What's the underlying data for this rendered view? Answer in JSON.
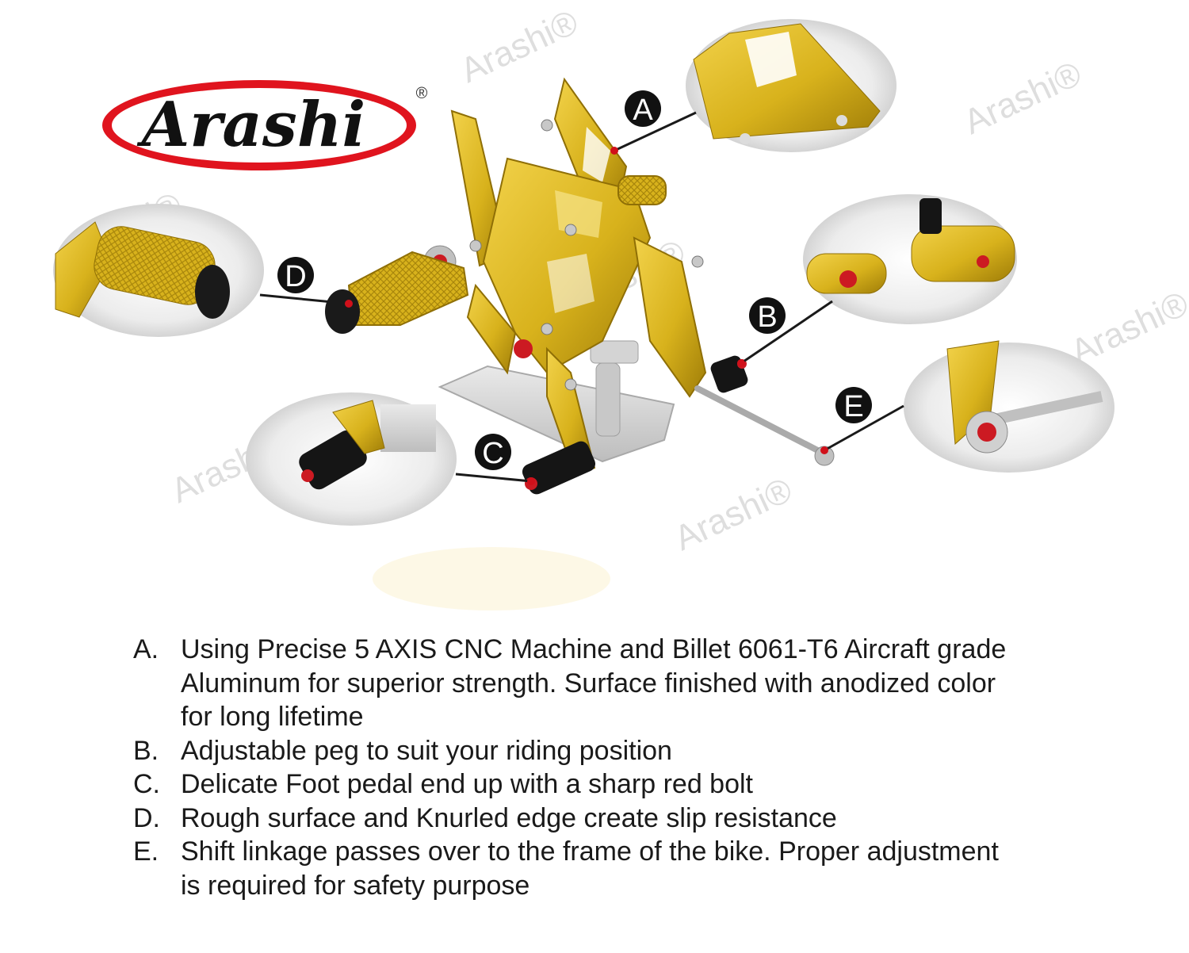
{
  "brand": {
    "logo_text": "Arashi",
    "registered_mark": "®",
    "watermark": "Arashi®"
  },
  "callouts": [
    {
      "letter": "A"
    },
    {
      "letter": "B"
    },
    {
      "letter": "C"
    },
    {
      "letter": "D"
    },
    {
      "letter": "E"
    }
  ],
  "features": [
    {
      "letter": "A.",
      "lines": [
        "Using Precise 5 AXIS CNC Machine and Billet 6061-T6 Aircraft grade",
        "Aluminum for superior strength. Surface finished with anodized color",
        "for long lifetime"
      ]
    },
    {
      "letter": "B.",
      "lines": [
        "Adjustable peg to suit your riding position"
      ]
    },
    {
      "letter": "C.",
      "lines": [
        "Delicate Foot pedal end up with a sharp red bolt"
      ]
    },
    {
      "letter": "D.",
      "lines": [
        "Rough surface and Knurled edge create slip resistance"
      ]
    },
    {
      "letter": "E.",
      "lines": [
        "Shift linkage passes over to the frame of the bike. Proper adjustment",
        "is required for safety purpose"
      ]
    }
  ],
  "colors": {
    "gold": "#d8b21c",
    "gold_dark": "#a8860c",
    "logo_red": "#e0141e",
    "accent_red": "#d0101a",
    "silver": "#d3d3d3"
  }
}
